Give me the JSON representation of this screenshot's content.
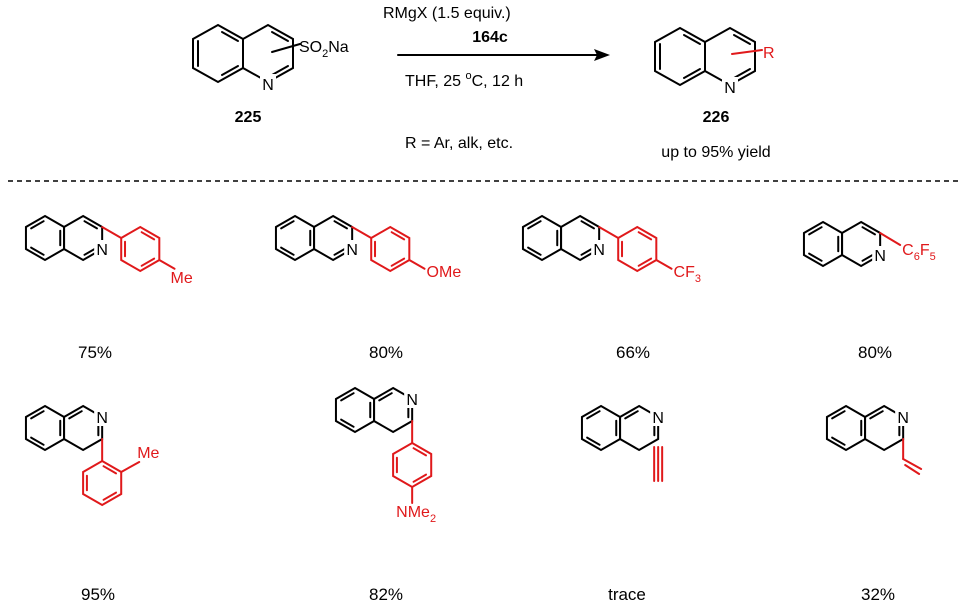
{
  "reaction": {
    "reagent_red": "RMgX",
    "reagent_rest": "(1.5 equiv.)",
    "reagent_code": "164c",
    "conditions": {
      "solvent_temp": "THF, 25 ",
      "degree": "o",
      "temp_unit_time": "C, 12 h"
    },
    "r_definition": "R = Ar, alk, etc.",
    "starting_material": {
      "label": "225",
      "n_atom": "N",
      "substituent_pre": "SO",
      "sub_2": "2",
      "substituent_post": "Na"
    },
    "product": {
      "label": "226",
      "n_atom": "N",
      "r_group": "R",
      "yield_note": "up to 95% yield"
    }
  },
  "colors": {
    "highlight": "#e0191b",
    "ink": "#000000"
  },
  "examples": [
    {
      "substituent": {
        "t1": "Me"
      },
      "yield": "75%"
    },
    {
      "substituent": {
        "t1": "OMe"
      },
      "yield": "80%"
    },
    {
      "substituent": {
        "t1": "CF",
        "t2": "3"
      },
      "yield": "66%"
    },
    {
      "substituent": {
        "t1": "C",
        "t2": "6",
        "t3": "F",
        "t4": "5"
      },
      "yield": "80%"
    },
    {
      "substituent": {
        "t1": "Me"
      },
      "yield": "95%"
    },
    {
      "substituent": {
        "t1": "NMe",
        "t2": "2"
      },
      "yield": "82%"
    },
    {
      "substituent": {},
      "yield": "trace"
    },
    {
      "substituent": {},
      "yield": "32%"
    }
  ],
  "n_atom": "N"
}
